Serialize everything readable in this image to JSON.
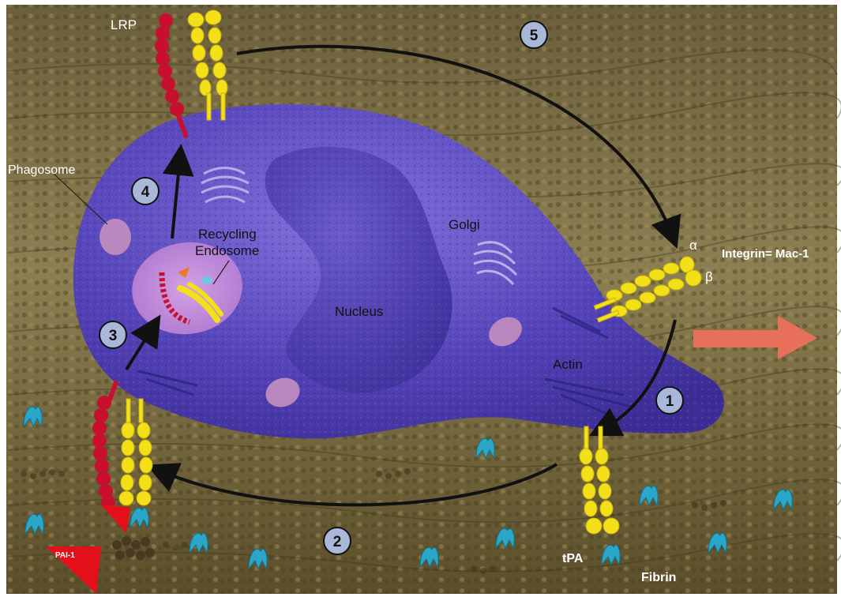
{
  "labels": {
    "lrp": "LRP",
    "phagosome": "Phagosome",
    "recycling_endosome_line1": "Recycling",
    "recycling_endosome_line2": "Endosome",
    "golgi": "Golgi",
    "nucleus": "Nucleus",
    "actin": "Actin",
    "alpha": "α",
    "beta": "β",
    "integrin": "Integrin= Mac-1",
    "tpa": "tPA",
    "fibrin": "Fibrin",
    "pai1": "PAI-1"
  },
  "steps": [
    "1",
    "2",
    "3",
    "4",
    "5"
  ],
  "colors": {
    "cell": "#4e3fb0",
    "cell_light": "#7a6ad6",
    "matrix_top": "#8a7a4e",
    "matrix_bottom": "#5a4e2a",
    "receptor_yellow": "#f3e019",
    "lrp_red": "#c8102e",
    "fibrin_blue": "#2aa6c9",
    "migration_arrow": "#e8705a",
    "step_badge": "#a9b8d9"
  }
}
